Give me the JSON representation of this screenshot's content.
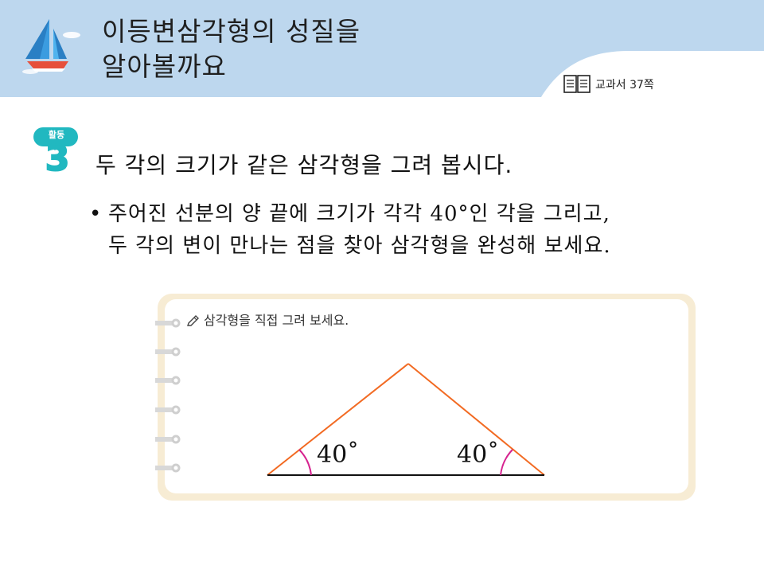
{
  "header": {
    "title_line1": "이등변삼각형의 성질을",
    "title_line2": "알아볼까요",
    "textbook_ref": "교과서 37쪽",
    "icon": "sailboat-icon"
  },
  "activity": {
    "badge_label": "활동",
    "number": "3",
    "title": "두 각의 크기가 같은 삼각형을 그려 봅시다."
  },
  "instruction": {
    "bullet": "•",
    "line1": "주어진 선분의 양 끝에 크기가 각각 40°인 각을 그리고,",
    "line2": "두 각의 변이 만나는 점을 찾아 삼각형을 완성해 보세요."
  },
  "notebook": {
    "prompt": "삼각형을 직접 그려 보세요.",
    "left_angle": "40˚",
    "right_angle": "40˚"
  },
  "colors": {
    "header_band": "#bdd7ee",
    "teal": "#21b8c0",
    "triangle": "#f26a22",
    "angle_arc": "#d6238f"
  }
}
